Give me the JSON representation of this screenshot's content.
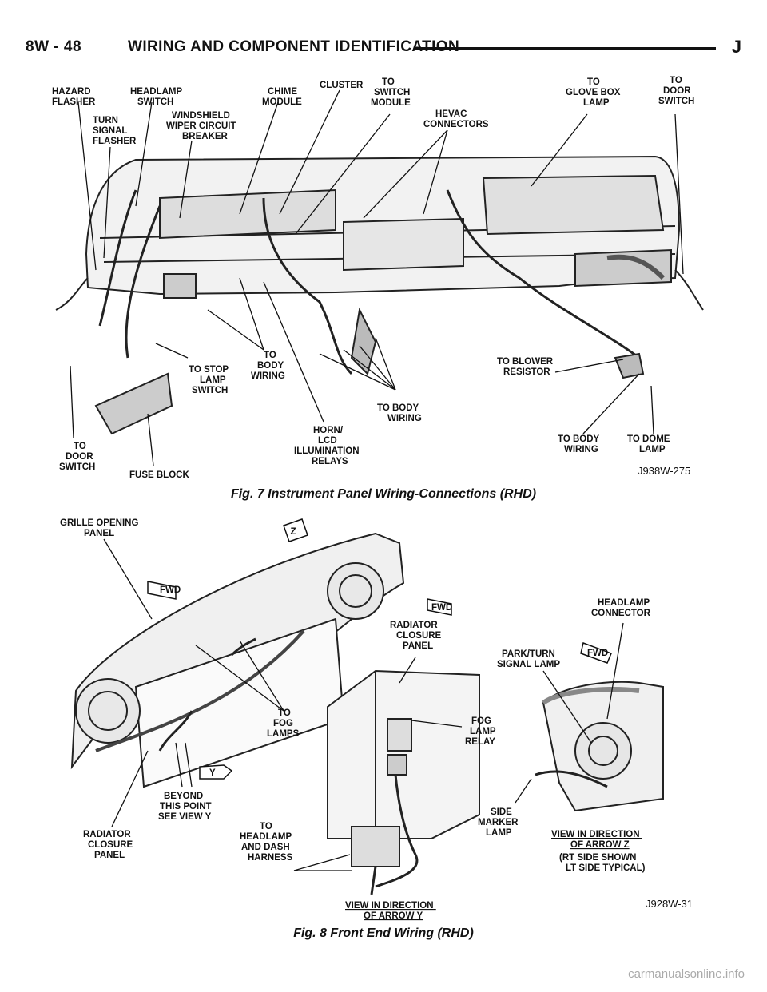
{
  "header": {
    "page_num": "8W - 48",
    "title": "WIRING AND COMPONENT IDENTIFICATION",
    "letter": "J"
  },
  "fig7": {
    "caption": "Fig. 7 Instrument Panel Wiring-Connections (RHD)",
    "code": "J938W-275",
    "labels": {
      "hazard_flasher": [
        "HAZARD",
        "FLASHER"
      ],
      "headlamp_switch": [
        "HEADLAMP",
        "SWITCH"
      ],
      "turn_signal_flasher": [
        "TURN",
        "SIGNAL",
        "FLASHER"
      ],
      "windshield_wiper": [
        "WINDSHIELD",
        "WIPER CIRCUIT",
        "BREAKER"
      ],
      "chime_module": [
        "CHIME",
        "MODULE"
      ],
      "cluster": [
        "CLUSTER"
      ],
      "to_switch_module": [
        "TO",
        "SWITCH",
        "MODULE"
      ],
      "hevac": [
        "HEVAC",
        "CONNECTORS"
      ],
      "to_glove_box": [
        "TO",
        "GLOVE BOX",
        "LAMP"
      ],
      "to_door_switch_r": [
        "TO",
        "DOOR",
        "SWITCH"
      ],
      "to_body_wiring_1": [
        "TO",
        "BODY",
        "WIRING"
      ],
      "to_stop_lamp": [
        "TO STOP",
        "LAMP",
        "SWITCH"
      ],
      "to_blower": [
        "TO BLOWER",
        "RESISTOR"
      ],
      "to_body_wiring_2": [
        "TO BODY",
        "WIRING"
      ],
      "horn_lcd": [
        "HORN/",
        "LCD",
        "ILLUMINATION",
        "RELAYS"
      ],
      "to_body_wiring_3": [
        "TO BODY",
        "WIRING"
      ],
      "to_dome": [
        "TO DOME",
        "LAMP"
      ],
      "to_door_switch_l": [
        "TO",
        "DOOR",
        "SWITCH"
      ],
      "fuse_block": [
        "FUSE BLOCK"
      ]
    }
  },
  "fig8": {
    "caption": "Fig. 8 Front End Wiring (RHD)",
    "code": "J928W-31",
    "labels": {
      "grille": [
        "GRILLE OPENING",
        "PANEL"
      ],
      "z_arrow": "Z",
      "fwd": "FWD",
      "y_arrow": "Y",
      "to_fog_lamps": [
        "TO",
        "FOG",
        "LAMPS"
      ],
      "beyond": [
        "BEYOND",
        "THIS POINT",
        "SEE VIEW Y"
      ],
      "radiator_closure_l": [
        "RADIATOR",
        "CLOSURE",
        "PANEL"
      ],
      "to_headlamp_dash": [
        "TO",
        "HEADLAMP",
        "AND DASH",
        "HARNESS"
      ],
      "radiator_closure_c": [
        "RADIATOR",
        "CLOSURE",
        "PANEL"
      ],
      "fog_lamp_relay": [
        "FOG",
        "LAMP",
        "RELAY"
      ],
      "view_y": [
        "VIEW IN DIRECTION",
        "OF ARROW Y"
      ],
      "headlamp_connector": [
        "HEADLAMP",
        "CONNECTOR"
      ],
      "park_turn": [
        "PARK/TURN",
        "SIGNAL LAMP"
      ],
      "side_marker": [
        "SIDE",
        "MARKER",
        "LAMP"
      ],
      "view_z": [
        "VIEW IN DIRECTION",
        "OF ARROW Z"
      ],
      "rt_side": [
        "(RT SIDE SHOWN",
        "LT SIDE TYPICAL)"
      ]
    }
  },
  "watermark": "carmanualsonline.info"
}
